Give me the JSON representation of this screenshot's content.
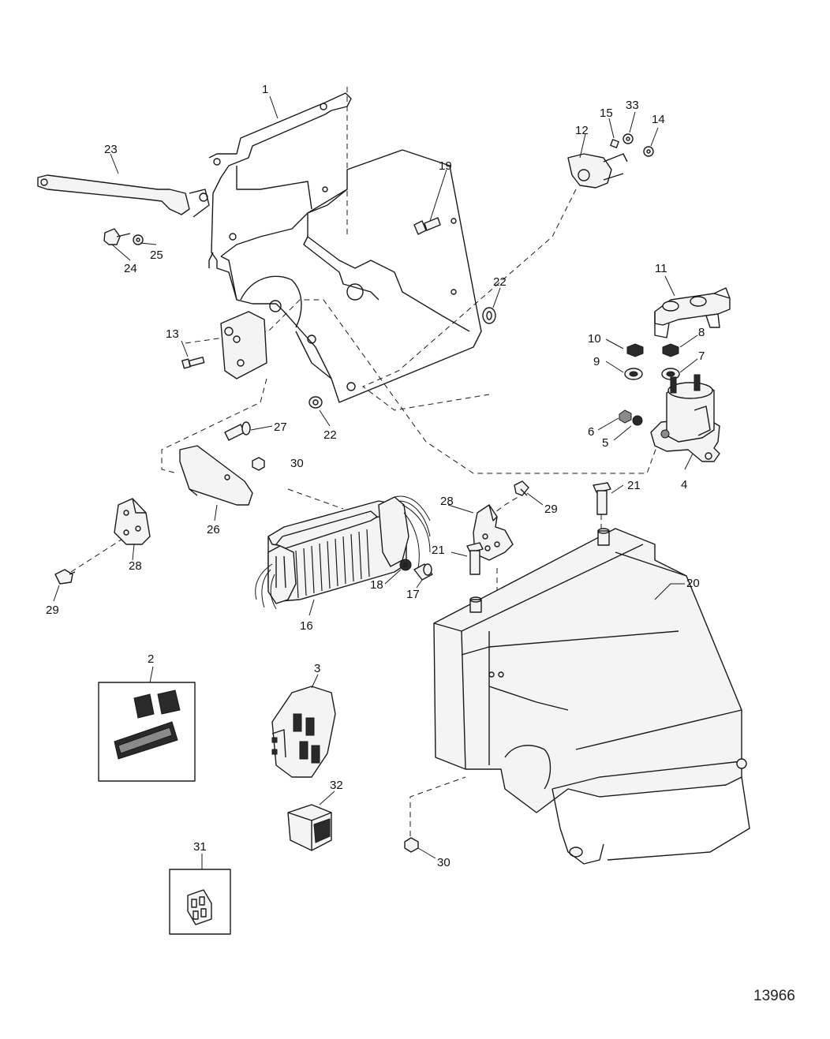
{
  "figure_number": "13966",
  "callouts": {
    "c1": "1",
    "c2": "2",
    "c3": "3",
    "c4": "4",
    "c5": "5",
    "c6": "6",
    "c7": "7",
    "c8": "8",
    "c9": "9",
    "c10": "10",
    "c11": "11",
    "c12": "12",
    "c13": "13",
    "c14": "14",
    "c15": "15",
    "c16": "16",
    "c17": "17",
    "c18": "18",
    "c19": "19",
    "c20": "20",
    "c21a": "21",
    "c21b": "21",
    "c22a": "22",
    "c22b": "22",
    "c23": "23",
    "c24": "24",
    "c25": "25",
    "c26": "26",
    "c27": "27",
    "c28a": "28",
    "c28b": "28",
    "c29a": "29",
    "c29b": "29",
    "c30a": "30",
    "c30b": "30",
    "c31": "31",
    "c32": "32",
    "c33": "33"
  }
}
